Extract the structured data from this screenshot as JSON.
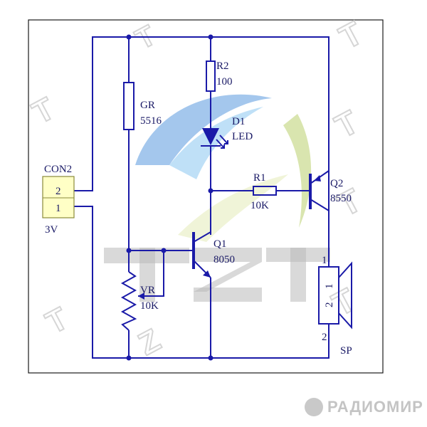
{
  "schematic": {
    "connector": {
      "ref": "CON2",
      "pin2": "2",
      "pin1": "1",
      "voltage": "3V"
    },
    "gr": {
      "ref": "GR",
      "value": "5516"
    },
    "r2": {
      "ref": "R2",
      "value": "100"
    },
    "d1": {
      "ref": "D1",
      "value": "LED"
    },
    "r1": {
      "ref": "R1",
      "value": "10K"
    },
    "q1": {
      "ref": "Q1",
      "value": "8050"
    },
    "q2": {
      "ref": "Q2",
      "value": "8550"
    },
    "vr": {
      "ref": "VR",
      "value": "10K"
    },
    "speaker": {
      "ref": "SP",
      "pin1": "1",
      "pin2": "2",
      "inner1": "1",
      "inner2": "2"
    }
  },
  "watermark": {
    "letters": [
      "T",
      "Z",
      "T"
    ]
  },
  "brand": {
    "name": "РАДИОМИР"
  },
  "colors": {
    "wire": "#1a1aa8",
    "connector_fill": "#ffffc6",
    "watermark_blue": "#3d86d9",
    "watermark_green": "#c8d98a"
  }
}
